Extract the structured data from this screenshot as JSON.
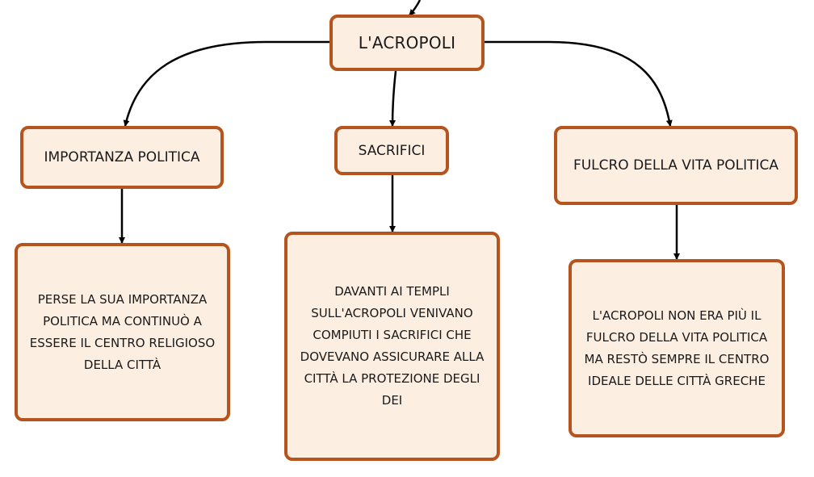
{
  "diagram": {
    "root": {
      "label": "L'ACROPOLI"
    },
    "branches": [
      {
        "heading": "IMPORTANZA POLITICA",
        "detail": "PERSE LA SUA IMPORTANZA POLITICA MA CONTINUÒ A ESSERE IL CENTRO RELIGIOSO DELLA CITTÀ"
      },
      {
        "heading": "SACRIFICI",
        "detail": "DAVANTI AI TEMPLI SULL'ACROPOLI VENIVANO COMPIUTI I SACRIFICI CHE DOVEVANO ASSICURARE ALLA CITTÀ LA PROTEZIONE DEGLI DEI"
      },
      {
        "heading": "FULCRO DELLA VITA POLITICA",
        "detail": "L'ACROPOLI NON ERA PIÙ IL FULCRO DELLA VITA POLITICA MA RESTÒ SEMPRE IL CENTRO IDEALE DELLE CITTÀ GRECHE"
      }
    ]
  },
  "colors": {
    "node_fill": "#fdeee2",
    "node_border": "#b5541c",
    "connector": "#000000"
  }
}
